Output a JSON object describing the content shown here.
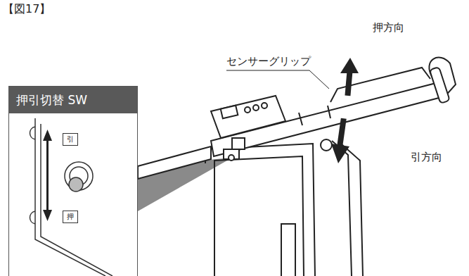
{
  "diagram": {
    "title": "【図17】",
    "nodes": [
      {
        "text": [
          "押引切替 SW"
        ]
      },
      {
        "text": [
          "引"
        ],
        "in": 0
      },
      {
        "text": [
          "押"
        ],
        "in": 0
      }
    ],
    "labels": [
      "センサーグリップ",
      "押方向",
      "引方向"
    ]
  }
}
